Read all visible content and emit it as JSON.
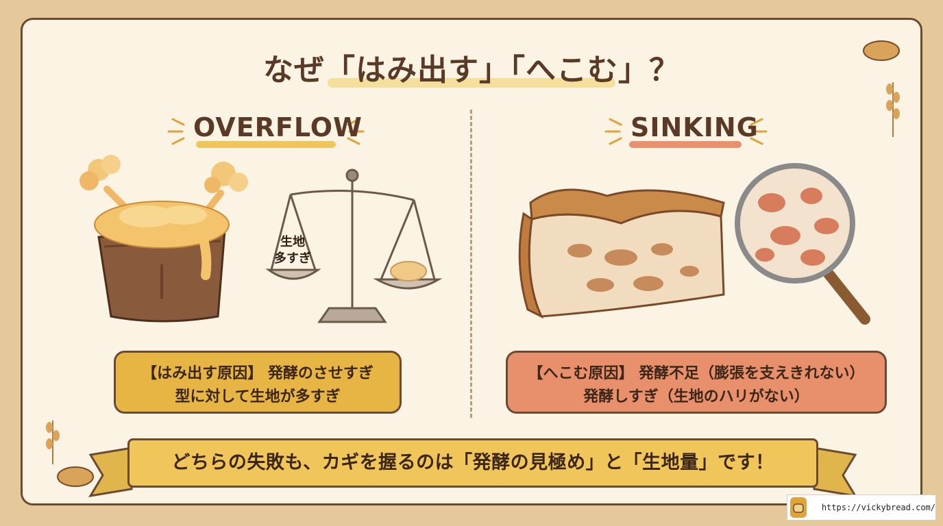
{
  "title": "なぜ「はみ出す」「へこむ」？",
  "overflow": {
    "heading": "OVERFLOW",
    "scale_label_line1": "生地",
    "scale_label_line2": "多すぎ",
    "cause_line1": "【はみ出す原因】 発酵のさせすぎ",
    "cause_line2": "型に対して生地が多すぎ",
    "accent_color": "#e6b544"
  },
  "sinking": {
    "heading": "SINKING",
    "cause_line1": "【へこむ原因】 発酵不足（膨張を支えきれない）",
    "cause_line2": "発酵しすぎ（生地のハリがない）",
    "accent_color": "#e8906b"
  },
  "banner": {
    "text": "どちらの失敗も、カギを握るのは「発酵の見極め」と「生地量」です！"
  },
  "footer": {
    "url": "https://vickybread.com/",
    "logo_icon": "bread-logo-icon"
  }
}
